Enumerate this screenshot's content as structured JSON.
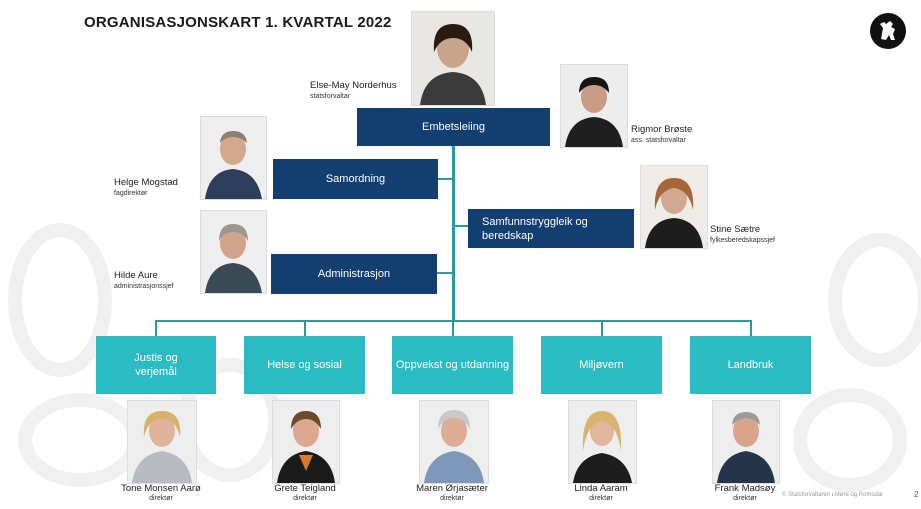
{
  "title": "ORGANISASJONSKART 1. KVARTAL 2022",
  "colors": {
    "navy": "#123e70",
    "teal": "#2bbcc3",
    "connector": "#2a9aa2"
  },
  "top": {
    "name": "Else-May Norderhus",
    "role": "statsforvaltar"
  },
  "embetsleiing": "Embetsleiing",
  "assistant": {
    "name": "Rigmor Brøste",
    "role": "ass. statsforvaltar"
  },
  "staff": [
    {
      "label": "Samordning",
      "name": "Helge Mogstad",
      "role": "fagdirektør"
    },
    {
      "label": "Administrasjon",
      "name": "Hilde Aure",
      "role": "administrasjonssjef"
    },
    {
      "label": "Samfunnstryggleik og beredskap",
      "name": "Stine Sætre",
      "role": "fylkesberedskapssjef"
    }
  ],
  "departments": [
    {
      "label": "Justis og verjemål",
      "name": "Tone Monsen Aarø",
      "role": "direktør"
    },
    {
      "label": "Helse og sosial",
      "name": "Grete Teigland",
      "role": "direktør"
    },
    {
      "label": "Oppvekst og utdanning",
      "name": "Maren Ørjasæter",
      "role": "direktør"
    },
    {
      "label": "Miljøvern",
      "name": "Linda Aaram",
      "role": "direktør"
    },
    {
      "label": "Landbruk",
      "name": "Frank Madsøy",
      "role": "direktør"
    }
  ],
  "footer": "© Statsforvaltaren i Møre og Romsdal",
  "page_number": "2"
}
